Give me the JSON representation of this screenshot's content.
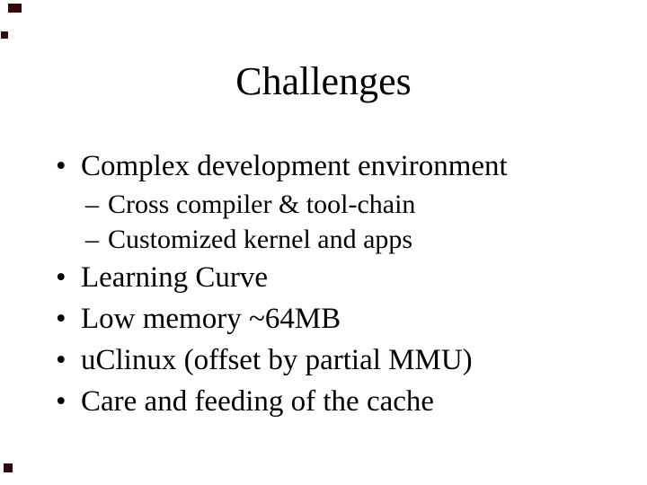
{
  "slide": {
    "title": "Challenges",
    "bullets": [
      {
        "level": 1,
        "marker": "•",
        "text": "Complex development environment"
      },
      {
        "level": 2,
        "marker": "–",
        "text": "Cross compiler & tool-chain"
      },
      {
        "level": 2,
        "marker": "–",
        "text": "Customized kernel and apps"
      },
      {
        "level": 1,
        "marker": "•",
        "text": "Learning Curve"
      },
      {
        "level": 1,
        "marker": "•",
        "text": "Low memory ~64MB"
      },
      {
        "level": 1,
        "marker": "•",
        "text": "uClinux (offset by partial MMU)"
      },
      {
        "level": 1,
        "marker": "•",
        "text": "Care and feeding of the cache"
      }
    ],
    "colors": {
      "background": "#ffffff",
      "text": "#000000",
      "artifact": "#330a0c"
    }
  }
}
